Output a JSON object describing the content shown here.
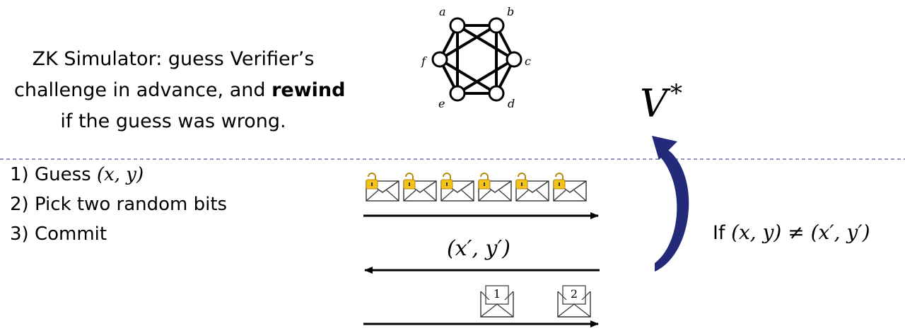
{
  "title": {
    "line1": "ZK Simulator: guess Verifier’s",
    "line2_prefix": "challenge in advance, and ",
    "line2_bold": "rewind",
    "line3": "if the guess was wrong."
  },
  "graph": {
    "nodes": [
      "a",
      "b",
      "c",
      "d",
      "e",
      "f"
    ]
  },
  "steps": {
    "step1_prefix": "1) Guess ",
    "step1_math": "(x, y)",
    "step2": "2) Pick two random bits",
    "step3": "3) Commit"
  },
  "verifier_label": "V",
  "verifier_sup": "*",
  "challenge_label": "(x′, y′)",
  "condition": {
    "prefix": "If ",
    "math": "(x, y) ≠ (x′, y′)"
  },
  "opened_envelopes": [
    "1",
    "2"
  ],
  "locked_envelope_count": 6,
  "colors": {
    "rewind_arrow": "#232a7a",
    "divider": "#6b6fa8",
    "lock": "#f3c21b"
  }
}
